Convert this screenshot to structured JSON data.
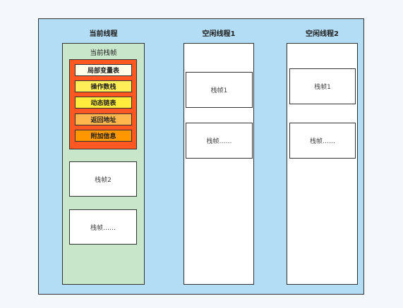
{
  "threads": {
    "current": {
      "title": "当前线程",
      "current_frame": {
        "title": "当前栈帧",
        "slots": [
          {
            "label": "局部变量表",
            "color": "#fffde7"
          },
          {
            "label": "操作数栈",
            "color": "#ffee58"
          },
          {
            "label": "动态链表",
            "color": "#ffeb3b"
          },
          {
            "label": "返回地址",
            "color": "#ffb74d"
          },
          {
            "label": "附加信息",
            "color": "#ff9800"
          }
        ]
      },
      "frames": [
        "栈帧2",
        "栈帧……"
      ]
    },
    "idle1": {
      "title": "空闲线程1",
      "frames": [
        "栈帧1",
        "栈帧……"
      ]
    },
    "idle2": {
      "title": "空闲线程2",
      "frames": [
        "栈帧1",
        "栈帧……"
      ]
    }
  }
}
